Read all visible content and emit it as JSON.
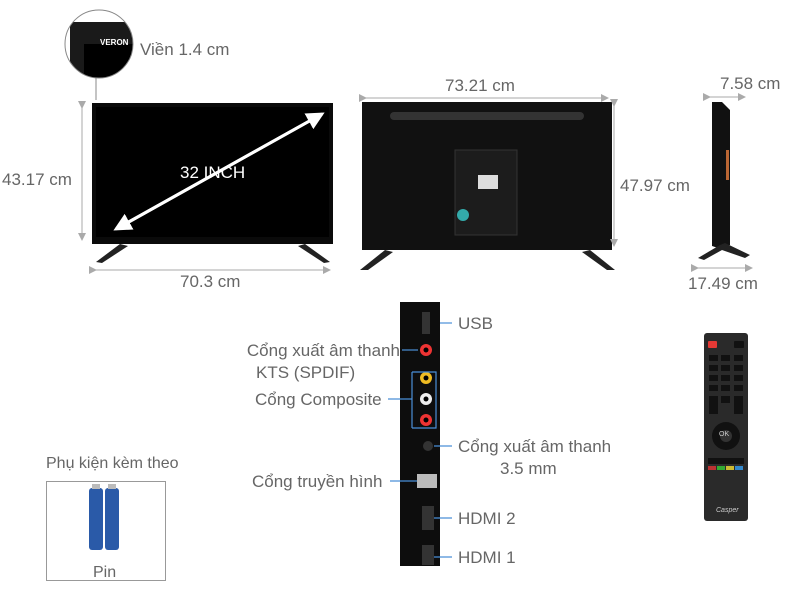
{
  "bezel": {
    "label": "Viền 1.4 cm",
    "logo_text": "VERON"
  },
  "front": {
    "diagonal": "32 INCH",
    "height": "43.17 cm",
    "width": "70.3 cm"
  },
  "back": {
    "width": "73.21 cm",
    "height": "47.97 cm"
  },
  "side": {
    "depth_top": "7.58 cm",
    "depth_base": "17.49 cm"
  },
  "ports": {
    "usb": "USB",
    "spdif_line1": "Cổng xuất âm thanh",
    "spdif_line2": "KTS (SPDIF)",
    "composite": "Cổng Composite",
    "audio_line1": "Cổng xuất âm thanh",
    "audio_line2": "3.5 mm",
    "antenna": "Cổng truyền hình",
    "hdmi2": "HDMI 2",
    "hdmi1": "HDMI 1"
  },
  "accessories": {
    "title": "Phụ kiện kèm theo",
    "item": "Pin"
  },
  "remote": {
    "ok_label": "OK",
    "brand": "Casper"
  },
  "colors": {
    "tv": "#0a0a0a",
    "dimension_line": "#aaaaaa",
    "label": "#666666",
    "power": "#e53935"
  }
}
